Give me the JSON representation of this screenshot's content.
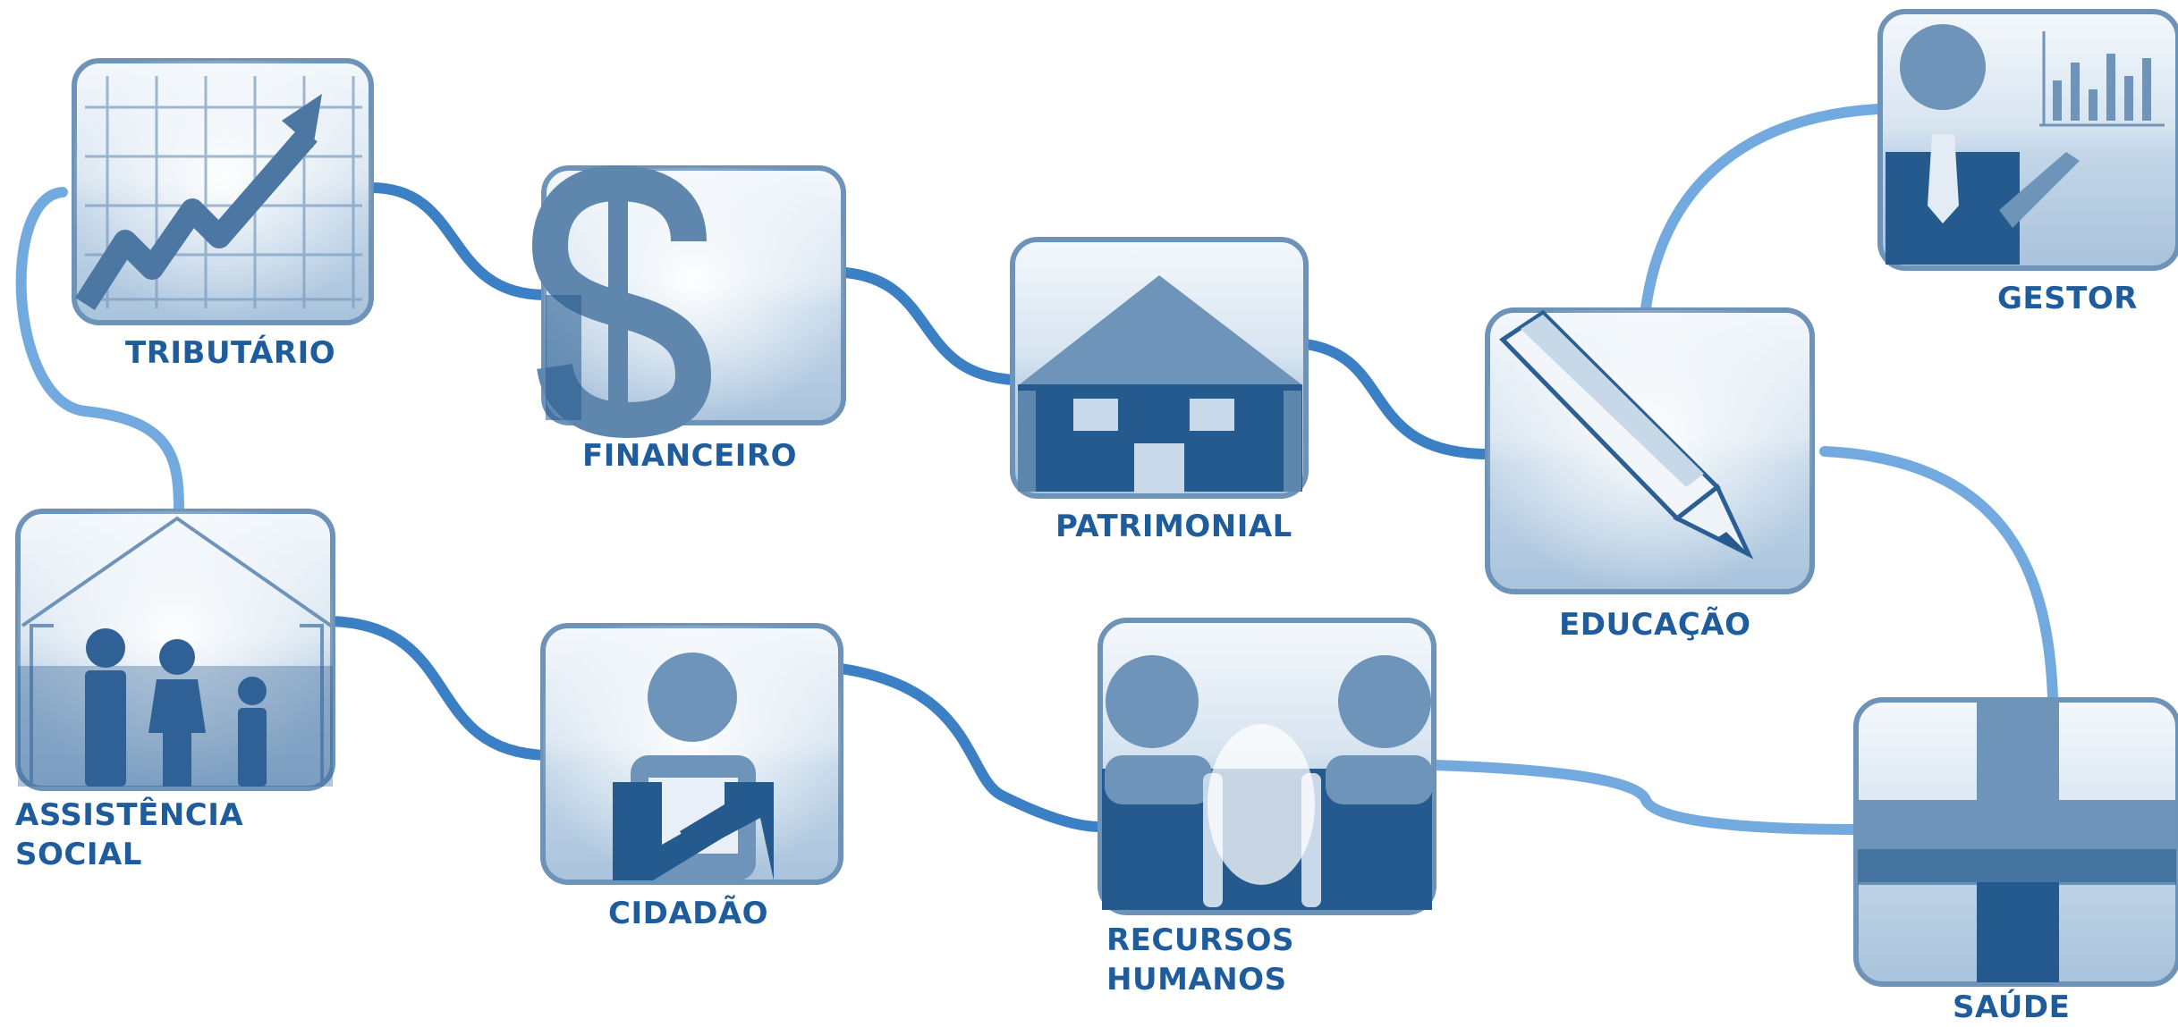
{
  "colors": {
    "label": "#1f5c9c",
    "connector_dark": "#3b7fc4",
    "connector_light": "#72aae0",
    "tile_dark": "#245a8e",
    "tile_light": "#dde9f3",
    "glyph": "#5f86ad"
  },
  "modules": {
    "tributario": {
      "icon": "rising-chart-icon",
      "label": [
        "TRIBUTÁRIO"
      ]
    },
    "financeiro": {
      "icon": "dollar-sign-icon",
      "label": [
        "FINANCEIRO"
      ]
    },
    "patrimonial": {
      "icon": "building-icon",
      "label": [
        "PATRIMONIAL"
      ]
    },
    "educacao": {
      "icon": "pencil-icon",
      "label": [
        "EDUCAÇÃO"
      ]
    },
    "gestor": {
      "icon": "presenter-chart-icon",
      "label": [
        "GESTOR"
      ]
    },
    "assistencia": {
      "icon": "family-house-icon",
      "label": [
        "ASSISTÊNCIA",
        "SOCIAL"
      ]
    },
    "cidadao": {
      "icon": "citizen-icon",
      "label": [
        "CIDADÃO"
      ]
    },
    "recursos": {
      "icon": "two-people-icon",
      "label": [
        "RECURSOS",
        "HUMANOS"
      ]
    },
    "saude": {
      "icon": "health-cross-icon",
      "label": [
        "SAÚDE"
      ]
    }
  }
}
